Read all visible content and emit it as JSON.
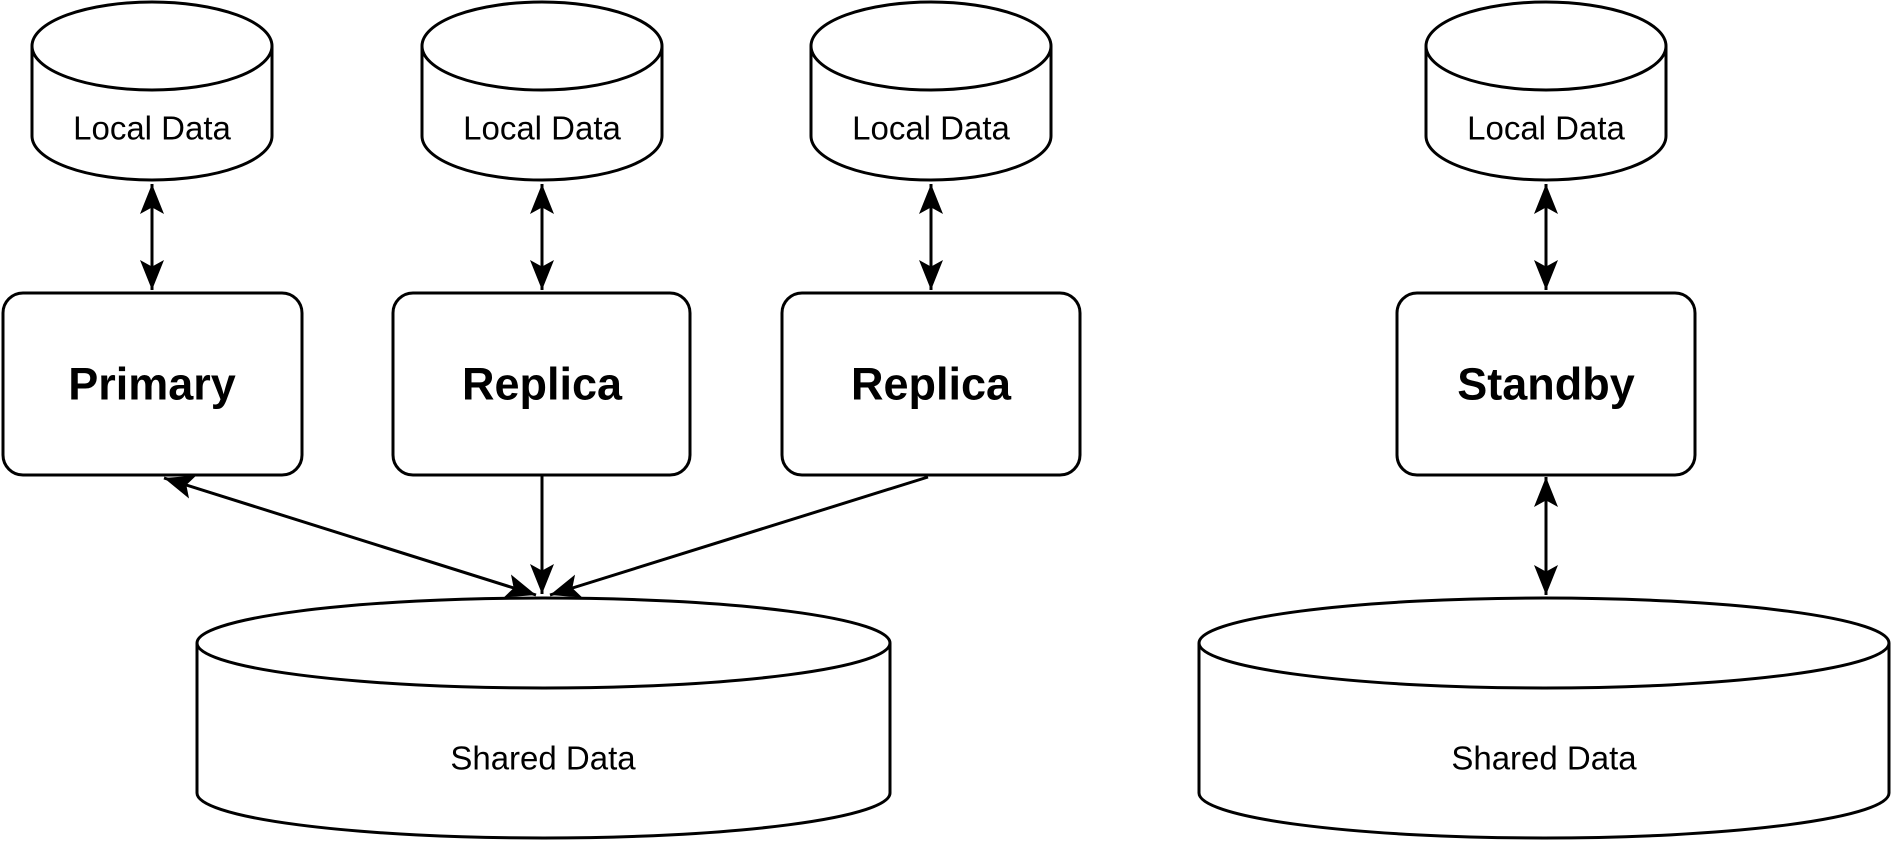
{
  "diagram": {
    "description": "Database architecture diagram comparing a primary/replica cluster with shared storage against a standby node with its own shared storage",
    "colors": {
      "background": "#ffffff",
      "shape_fill": "#ffffff",
      "stroke": "#000000",
      "text": "#000000"
    },
    "nodes": [
      {
        "id": "local-data-1",
        "shape": "cylinder",
        "label": "Local Data"
      },
      {
        "id": "local-data-2",
        "shape": "cylinder",
        "label": "Local Data"
      },
      {
        "id": "local-data-3",
        "shape": "cylinder",
        "label": "Local Data"
      },
      {
        "id": "local-data-4",
        "shape": "cylinder",
        "label": "Local Data"
      },
      {
        "id": "primary",
        "shape": "rounded-rect",
        "label": "Primary"
      },
      {
        "id": "replica-1",
        "shape": "rounded-rect",
        "label": "Replica"
      },
      {
        "id": "replica-2",
        "shape": "rounded-rect",
        "label": "Replica"
      },
      {
        "id": "standby",
        "shape": "rounded-rect",
        "label": "Standby"
      },
      {
        "id": "shared-data-left",
        "shape": "cylinder",
        "label": "Shared Data"
      },
      {
        "id": "shared-data-right",
        "shape": "cylinder",
        "label": "Shared Data"
      }
    ],
    "edges": [
      {
        "from": "local-data-1",
        "to": "primary",
        "arrows": "both"
      },
      {
        "from": "local-data-2",
        "to": "replica-1",
        "arrows": "both"
      },
      {
        "from": "local-data-3",
        "to": "replica-2",
        "arrows": "both"
      },
      {
        "from": "local-data-4",
        "to": "standby",
        "arrows": "both"
      },
      {
        "from": "primary",
        "to": "shared-data-left",
        "arrows": "both"
      },
      {
        "from": "replica-1",
        "to": "shared-data-left",
        "arrows": "end"
      },
      {
        "from": "replica-2",
        "to": "shared-data-left",
        "arrows": "end"
      },
      {
        "from": "standby",
        "to": "shared-data-right",
        "arrows": "both"
      }
    ]
  }
}
